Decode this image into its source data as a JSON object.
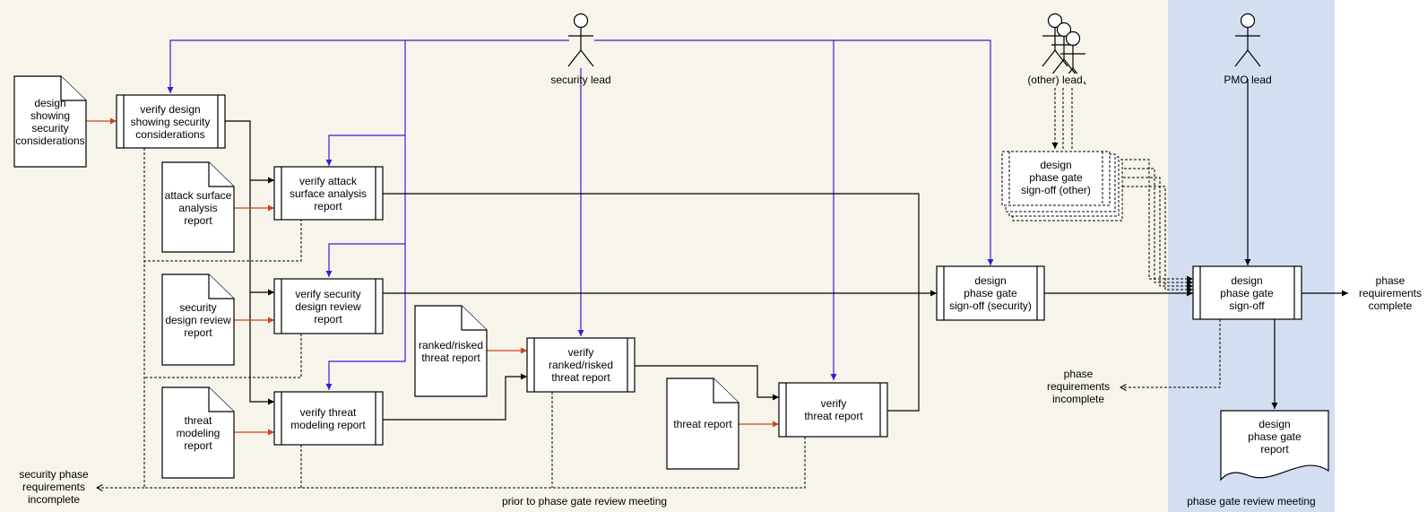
{
  "colors": {
    "canvas_background": "#f7f4ec",
    "phase_gate_lane": "#d3dff1",
    "authority_line": "#3b1bd0",
    "input_line": "#c8441c",
    "flow_line": "#000000"
  },
  "actors": {
    "security_lead": "security lead",
    "other_lead": "(other) lead",
    "pmo_lead": "PMO lead"
  },
  "documents": {
    "design_security": [
      "design",
      "showing",
      "security",
      "considerations"
    ],
    "attack_surface": [
      "attack surface",
      "analysis",
      "report"
    ],
    "security_design_review": [
      "security",
      "design review",
      "report"
    ],
    "threat_modeling": [
      "threat",
      "modeling",
      "report"
    ],
    "ranked_risked": [
      "ranked/risked",
      "threat report"
    ],
    "threat_report": [
      "threat report"
    ],
    "phase_gate_report": [
      "design",
      "phase gate",
      "report"
    ]
  },
  "processes": {
    "verify_design": [
      "verify design",
      "showing security",
      "considerations"
    ],
    "verify_attack": [
      "verify attack",
      "surface analysis",
      "report"
    ],
    "verify_security": [
      "verify security",
      "design review",
      "report"
    ],
    "verify_threat_modeling": [
      "verify threat",
      "modeling report"
    ],
    "verify_ranked": [
      "verify",
      "ranked/risked",
      "threat report"
    ],
    "verify_threat": [
      "verify",
      "threat report"
    ],
    "signoff_security": [
      "design",
      "phase gate",
      "sign-off (security)"
    ],
    "signoff_other": [
      "design",
      "phase gate",
      "sign-off (other)"
    ],
    "signoff_final": [
      "design",
      "phase gate",
      "sign-off"
    ]
  },
  "outcomes": {
    "security_incomplete": [
      "security phase",
      "requirements",
      "incomplete"
    ],
    "phase_incomplete": [
      "phase",
      "requirements",
      "incomplete"
    ],
    "phase_complete": [
      "phase",
      "requirements",
      "complete"
    ]
  },
  "lanes": {
    "prior": "prior to phase gate review meeting",
    "review": "phase gate review meeting"
  }
}
